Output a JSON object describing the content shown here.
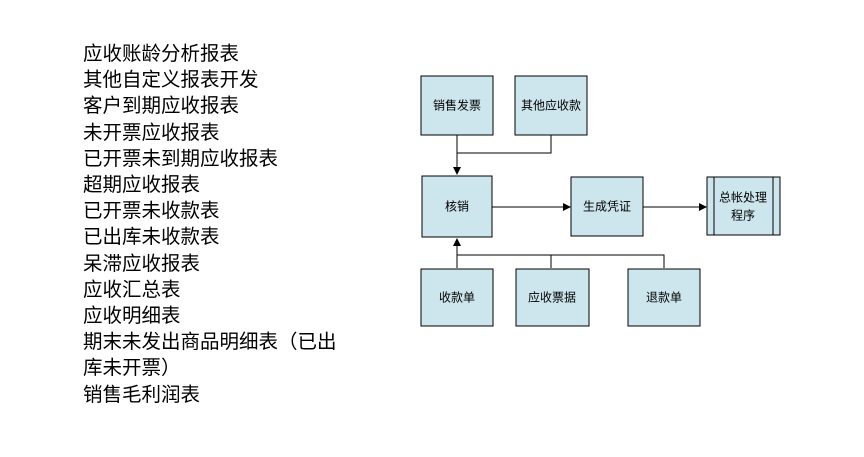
{
  "report_list": {
    "items": [
      "应收账龄分析报表",
      "其他自定义报表开发",
      "客户到期应收报表",
      "未开票应收报表",
      "已开票未到期应收报表",
      "超期应收报表",
      "已开票未收款表",
      "已出库未收款表",
      "呆滞应收报表",
      "应收汇总表",
      "应收明细表",
      "期末未发出商品明细表（已出",
      "库未开票）",
      "销售毛利润表"
    ]
  },
  "flowchart": {
    "nodes": {
      "sales_invoice": "销售发票",
      "other_receivable": "其他应收款",
      "verification": "核销",
      "generate_voucher": "生成凭证",
      "gl_line1": "总帐处理",
      "gl_line2": "程序",
      "receipt": "收款单",
      "notes_receivable": "应收票据",
      "refund": "退款单"
    },
    "colors": {
      "node_fill": "#cde6ee",
      "stroke": "#000000"
    }
  }
}
